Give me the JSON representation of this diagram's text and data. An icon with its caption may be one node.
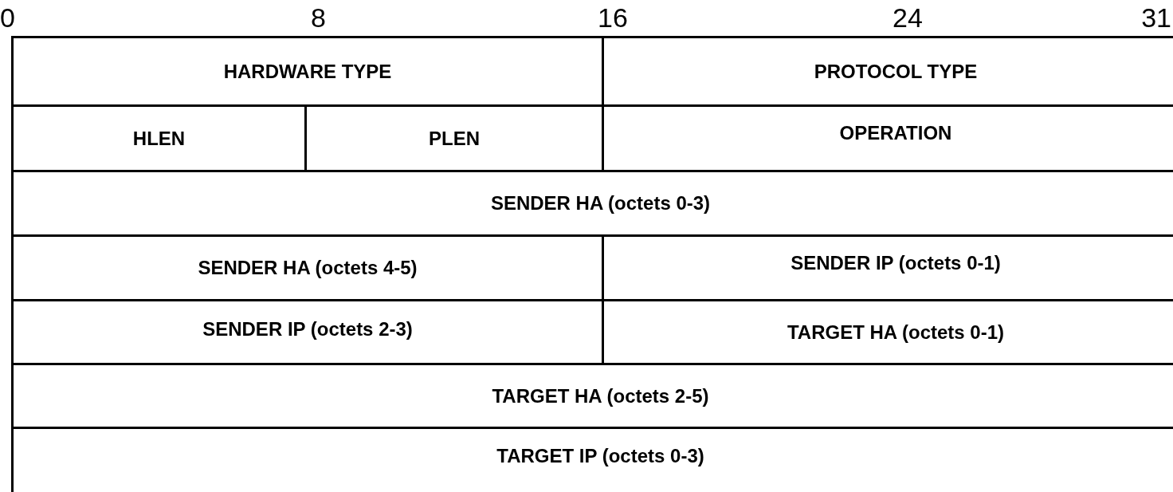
{
  "diagram": {
    "nodes": [
      {
        "text": [
          "HARDWARE TYPE"
        ]
      },
      {
        "text": [
          "PROTOCOL TYPE"
        ]
      },
      {
        "text": [
          "HLEN"
        ]
      },
      {
        "text": [
          "PLEN"
        ]
      },
      {
        "text": [
          "OPERATION"
        ]
      },
      {
        "text": [
          "SENDER HA (octets 0-3)"
        ]
      },
      {
        "text": [
          "SENDER HA (octets 4-5)"
        ]
      },
      {
        "text": [
          "SENDER IP (octets 0-1)"
        ]
      },
      {
        "text": [
          "SENDER IP (octets 2-3)"
        ]
      },
      {
        "text": [
          "TARGET HA (octets 0-1)"
        ]
      },
      {
        "text": [
          "TARGET HA (octets 2-5)"
        ]
      },
      {
        "text": [
          "TARGET IP (octets 0-3)"
        ]
      }
    ],
    "labels": [
      "0",
      "8",
      "16",
      "24",
      "31"
    ]
  }
}
